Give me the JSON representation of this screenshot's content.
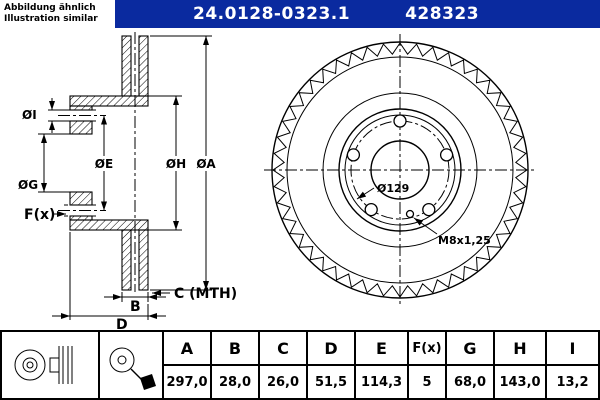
{
  "header": {
    "note1": "Abbildung ähnlich",
    "note2": "Illustration similar",
    "part_number": "24.0128-0323.1",
    "ref_number": "428323",
    "bar_color": "#0a2a9f"
  },
  "drawing": {
    "labels": {
      "dia_i": "ØI",
      "dia_g": "ØG",
      "dia_e": "ØE",
      "dia_h": "ØH",
      "dia_a": "ØA",
      "f": "F(x)",
      "b": "B",
      "c": "C (MTH)",
      "d": "D",
      "center_bore": "Ø129",
      "thread": "M8x1,25"
    }
  },
  "table": {
    "columns": [
      {
        "label": "A",
        "value": "297,0"
      },
      {
        "label": "B",
        "value": "28,0"
      },
      {
        "label": "C",
        "value": "26,0"
      },
      {
        "label": "D",
        "value": "51,5"
      },
      {
        "label": "E",
        "value": "114,3"
      },
      {
        "label": "F(x)",
        "value": "5"
      },
      {
        "label": "G",
        "value": "68,0"
      },
      {
        "label": "H",
        "value": "143,0"
      },
      {
        "label": "I",
        "value": "13,2"
      }
    ]
  }
}
